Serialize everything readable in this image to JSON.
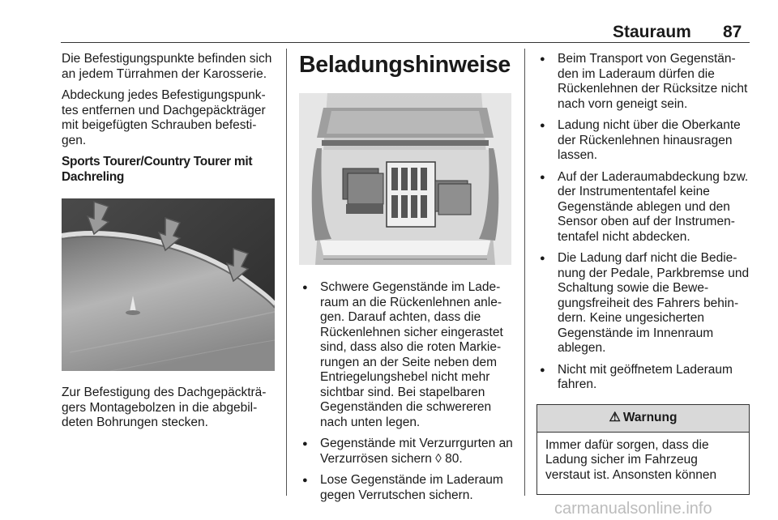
{
  "header": {
    "title": "Stauraum",
    "page_number": "87"
  },
  "col1": {
    "para1": "Die Befestigungspunkte befinden sich an jedem Türrahmen der Karos­serie.",
    "para2": "Abdeckung jedes Befestigungspunk­tes entfernen und Dachgepäckträger mit beigefügten Schrauben befesti­gen.",
    "subheading": "Sports Tourer/Country Tourer mit Dachreling",
    "para3": "Zur Befestigung des Dachgepäckträ­gers Montagebolzen in die abgebil­deten Bohrungen stecken."
  },
  "col2": {
    "heading": "Beladungshinweise",
    "bullets": [
      "Schwere Gegenstände im Lade­raum an die Rückenlehnen anle­gen. Darauf achten, dass die Rückenlehnen sicher eingerastet sind, dass also die roten Markie­rungen an der Seite neben dem Entriegelungshebel nicht mehr sichtbar sind. Bei stapelbaren Gegenständen die schwereren nach unten legen.",
      "Gegenstände mit Verzurrgurten an Verzurrösen sichern ◊ 80.",
      "Lose Gegenstände im Laderaum gegen Verrutschen sichern."
    ]
  },
  "col3": {
    "bullets": [
      "Beim Transport von Gegenstän­den im Laderaum dürfen die Rückenlehnen der Rücksitze nicht nach vorn geneigt sein.",
      "Ladung nicht über die Oberkante der Rückenlehnen hinausragen lassen.",
      "Auf der Laderaumabdeckung bzw. der Instrumententafel keine Gegenstände ablegen und den Sensor oben auf der Instrumen­tentafel nicht abdecken.",
      "Die Ladung darf nicht die Bedie­nung der Pedale, Parkbremse und Schaltung sowie die Bewe­gungsfreiheit des Fahrers behin­dern. Keine ungesicherten Gegenstände im Innenraum ablegen.",
      "Nicht mit geöffnetem Laderaum fahren."
    ],
    "warning": {
      "symbol": "⚠",
      "title": "Warnung",
      "text": "Immer dafür sorgen, dass die Ladung sicher im Fahrzeug verstaut ist. Ansonsten können"
    }
  },
  "footer": {
    "watermark": "carmanualsonline.info"
  }
}
